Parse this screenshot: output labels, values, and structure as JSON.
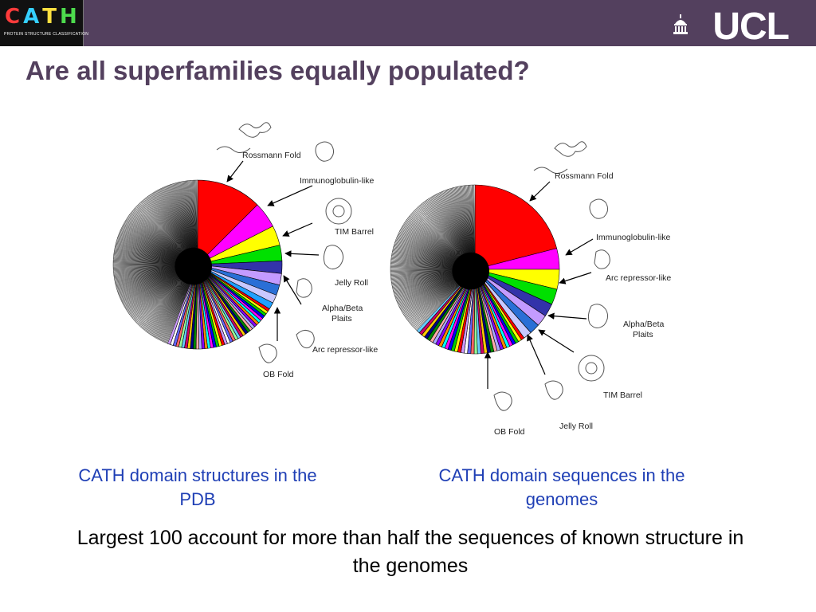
{
  "header": {
    "logo_letters": [
      "C",
      "A",
      "T",
      "H"
    ],
    "logo_colors": [
      "#ff3b3b",
      "#35d0ff",
      "#ffe040",
      "#4ddb4d"
    ],
    "logo_subtitle": "PROTEIN STRUCTURE CLASSIFICATION",
    "ucl_text": "UCL",
    "bar_color": "#53405e"
  },
  "slide": {
    "title": "Are all superfamilies equally populated?",
    "caption_left": "CATH domain structures in the PDB",
    "caption_right": "CATH domain sequences in the genomes",
    "conclusion": "Largest 100 account for more than half the sequences of known structure in the genomes"
  },
  "chart_data": [
    {
      "type": "pie",
      "title": "",
      "labeled_slices": [
        {
          "label": "Rossmann Fold",
          "color": "#ff0000",
          "value": 12.5
        },
        {
          "label": "Immunoglobulin-like",
          "color": "#ff00ff",
          "value": 5.0
        },
        {
          "label": "TIM Barrel",
          "color": "#ffff00",
          "value": 3.8
        },
        {
          "label": "",
          "color": "#00e000",
          "value": 3.0
        },
        {
          "label": "",
          "color": "#3333aa",
          "value": 2.4
        },
        {
          "label": "Jelly Roll",
          "color": "#c39bff",
          "value": 2.2
        },
        {
          "label": "Alpha/Beta Plaits",
          "color": "#2a6fd6",
          "value": 2.0
        },
        {
          "label": "Arc repressor-like",
          "color": "#c8c8ff",
          "value": 1.6
        },
        {
          "label": "OB Fold",
          "color": "#1fa0ff",
          "value": 1.3
        }
      ],
      "small_slice_count": 40,
      "tail_slice_count": 260
    },
    {
      "type": "pie",
      "title": "",
      "labeled_slices": [
        {
          "label": "Rossmann Fold",
          "color": "#ff0000",
          "value": 21.0
        },
        {
          "label": "Immunoglobulin-like",
          "color": "#ff00ff",
          "value": 4.0
        },
        {
          "label": "Arc repressor-like",
          "color": "#ffff00",
          "value": 3.8
        },
        {
          "label": "",
          "color": "#00e000",
          "value": 3.0
        },
        {
          "label": "Alpha/Beta Plaits",
          "color": "#3333aa",
          "value": 2.5
        },
        {
          "label": "TIM Barrel",
          "color": "#c39bff",
          "value": 2.2
        },
        {
          "label": "Jelly Roll",
          "color": "#2a6fd6",
          "value": 2.0
        },
        {
          "label": "OB Fold",
          "color": "#c8c8ff",
          "value": 1.6
        }
      ],
      "small_slice_count": 35,
      "tail_slice_count": 200
    }
  ]
}
